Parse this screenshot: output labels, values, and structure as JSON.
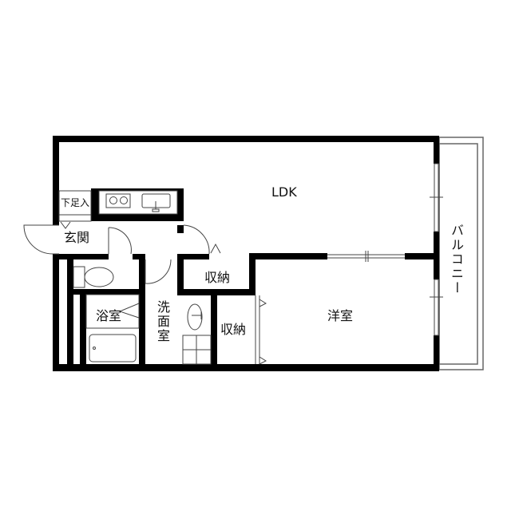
{
  "plan": {
    "type": "floor-plan",
    "layout": "1LDK",
    "colors": {
      "wall": "#000000",
      "line": "#555555",
      "background": "#ffffff"
    }
  },
  "rooms": {
    "ldk": "LDK",
    "western_room": "洋室",
    "entrance": "玄関",
    "shoe_storage": "下足入",
    "bathroom": "浴室",
    "washroom": "洗面室",
    "storage_1": "収納",
    "storage_2": "収納",
    "balcony": "バルコニー"
  },
  "fixtures": [
    "kitchen-stove",
    "kitchen-sink",
    "toilet",
    "bathtub",
    "wash-basin",
    "washing-machine-pan"
  ]
}
